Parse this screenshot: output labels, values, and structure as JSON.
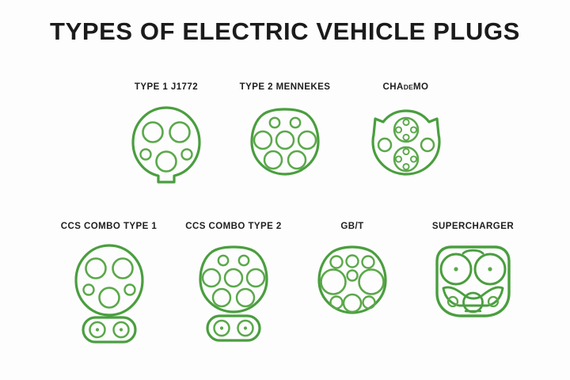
{
  "page": {
    "title": "TYPES OF ELECTRIC VEHICLE PLUGS",
    "background_color": "#fdfdfd",
    "title_color": "#1b1b1b"
  },
  "colors": {
    "stroke_green": "#4a9e3f",
    "stroke_green_light": "#6cb94f",
    "stroke_green_dark": "#3f8a3c",
    "pin_stroke": "#5aa84a"
  },
  "rows": [
    {
      "name": "row-1",
      "plugs": [
        {
          "id": "type-1-j1772",
          "label": "TYPE 1 J1772",
          "label_parts": [
            {
              "text": "TYPE 1 J1772",
              "small": false
            }
          ],
          "shape": "round-with-bottom-tab",
          "pin_count": 5,
          "pins": [
            {
              "cx": 0,
              "cy": 0,
              "r": 0,
              "kind": "large"
            },
            {
              "cx": 0,
              "cy": 0,
              "r": 0,
              "kind": "large"
            },
            {
              "cx": 0,
              "cy": 0,
              "r": 0,
              "kind": "small"
            },
            {
              "cx": 0,
              "cy": 0,
              "r": 0,
              "kind": "small"
            },
            {
              "cx": 0,
              "cy": 0,
              "r": 0,
              "kind": "large"
            }
          ]
        },
        {
          "id": "type-2-mennekes",
          "label": "TYPE 2 MENNEKES",
          "label_parts": [
            {
              "text": "TYPE 2 MENNEKES",
              "small": false
            }
          ],
          "shape": "flat-top-round-bottom",
          "pin_count": 7
        },
        {
          "id": "chademo",
          "label": "CHAdeMO",
          "label_parts": [
            {
              "text": "CHA",
              "small": false
            },
            {
              "text": "DE",
              "small": true
            },
            {
              "text": "MO",
              "small": false
            }
          ],
          "shape": "round-notched-top",
          "pin_count": 4
        }
      ]
    },
    {
      "name": "row-2",
      "plugs": [
        {
          "id": "ccs-combo-type-1",
          "label": "CCS COMBO TYPE 1",
          "label_parts": [
            {
              "text": "CCS COMBO TYPE 1",
              "small": false
            }
          ],
          "shape": "round-plus-dc-stadium",
          "pin_count": 7
        },
        {
          "id": "ccs-combo-type-2",
          "label": "CCS COMBO TYPE 2",
          "label_parts": [
            {
              "text": "CCS COMBO TYPE 2",
              "small": false
            }
          ],
          "shape": "flat-top-plus-dc-stadium",
          "pin_count": 9
        },
        {
          "id": "gb-t",
          "label": "GB/T",
          "label_parts": [
            {
              "text": "GB/T",
              "small": false
            }
          ],
          "shape": "round-flat-top",
          "pin_count": 9
        },
        {
          "id": "supercharger",
          "label": "SUPERCHARGER",
          "label_parts": [
            {
              "text": "SUPERCHARGER",
              "small": false
            }
          ],
          "shape": "tesla-rounded-square",
          "pin_count": 6
        }
      ]
    }
  ]
}
